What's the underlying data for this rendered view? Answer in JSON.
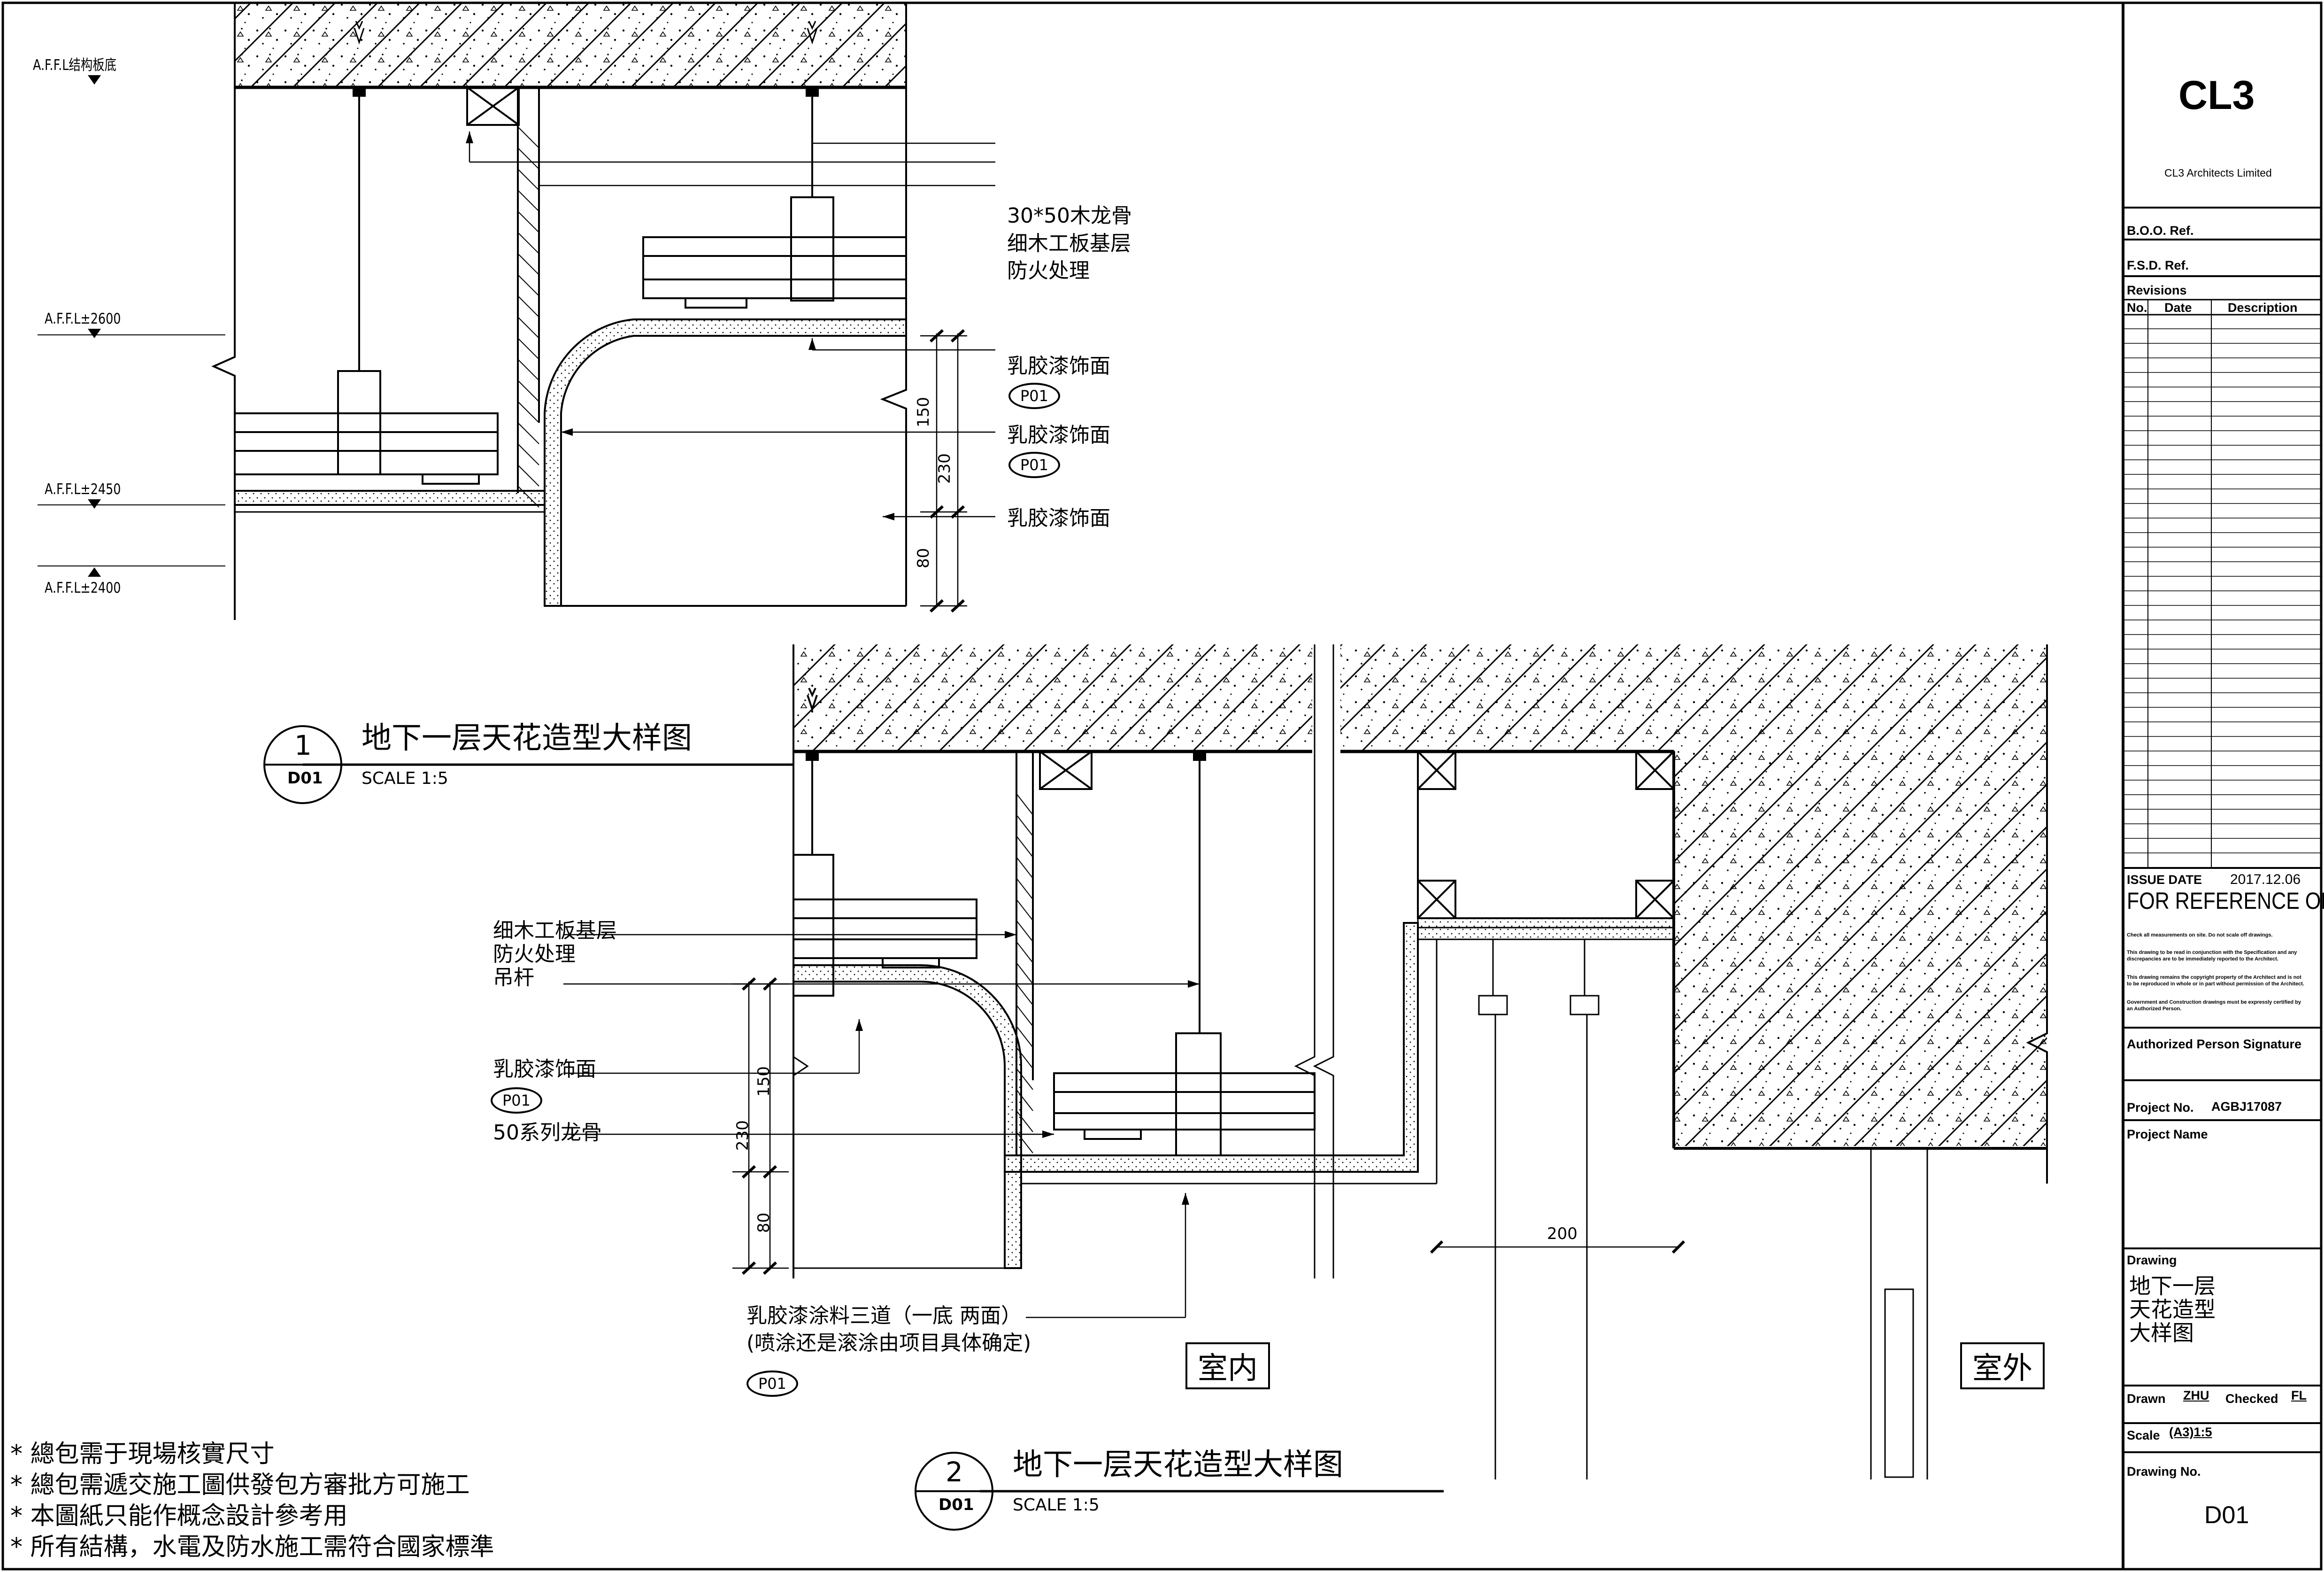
{
  "title_block": {
    "firm_short": "CL3",
    "firm_full": "CL3 Architects Limited",
    "boo_ref_label": "B.O.O. Ref.",
    "fsd_ref_label": "F.S.D. Ref.",
    "revisions_label": "Revisions",
    "revision_headers": [
      "No.",
      "Date",
      "Description"
    ],
    "issue_date_label": "ISSUE DATE",
    "issue_date": "2017.12.06",
    "status": "FOR REFERENCE ONLY",
    "note_1": "Check all measurements on site. Do not scale off drawings.",
    "note_2": "This drawing to be read in conjunction with the Specification and any discrepancies are to be immediately reported to the Architect.",
    "note_3": "This drawing remains the copyright property of the Architect and is not to be reproduced in whole or in part without permission of the Architect.",
    "note_4": "Government and Construction drawings must be expressly certified by an Authorized Person.",
    "authorized_label": "Authorized Person Signature",
    "project_no_label": "Project No.",
    "project_no": "AGBJ17087",
    "project_name_label": "Project Name",
    "drawing_label": "Drawing",
    "drawing_title_lines": [
      "地下一层",
      "天花造型",
      "大样图"
    ],
    "drawn_label": "Drawn",
    "drawn_by": "ZHU",
    "checked_label": "Checked",
    "checked_by": "FL",
    "scale_label": "Scale",
    "scale_value": "(A3)1:5",
    "drawing_no_label": "Drawing No.",
    "drawing_no": "D01"
  },
  "detail_1": {
    "number": "1",
    "sheet": "D01",
    "title": "地下一层天花造型大样图",
    "scale": "SCALE 1:5",
    "levels": [
      "A.F.F.L结构板底",
      "A.F.F.L±2600",
      "A.F.F.L±2450",
      "A.F.F.L±2400"
    ],
    "callout_a": [
      "30*50木龙骨",
      "细木工板基层",
      "防火处理"
    ],
    "finish_1": "乳胶漆饰面",
    "finish_1_code": "P01",
    "finish_2": "乳胶漆饰面",
    "finish_2_code": "P01",
    "finish_3": "乳胶漆饰面",
    "dims": [
      "150",
      "230",
      "80"
    ]
  },
  "detail_2": {
    "number": "2",
    "sheet": "D01",
    "title": "地下一层天花造型大样图",
    "scale": "SCALE 1:5",
    "callout_a": [
      "细木工板基层",
      "防火处理",
      "吊杆"
    ],
    "finish": "乳胶漆饰面",
    "finish_code": "P01",
    "keel": "50系列龙骨",
    "paint_note": [
      "乳胶漆涂料三道（一底 两面）",
      "(喷涂还是滚涂由项目具体确定)"
    ],
    "paint_code": "P01",
    "dims": [
      "150",
      "230",
      "80"
    ],
    "dim_200": "200",
    "indoor": "室内",
    "outdoor": "室外"
  },
  "general_notes": [
    "* 總包需于現場核實尺寸",
    "* 總包需遞交施工圖供發包方審批方可施工",
    "* 本圖紙只能作概念設計參考用",
    "* 所有結構，水電及防水施工需符合國家標準"
  ]
}
